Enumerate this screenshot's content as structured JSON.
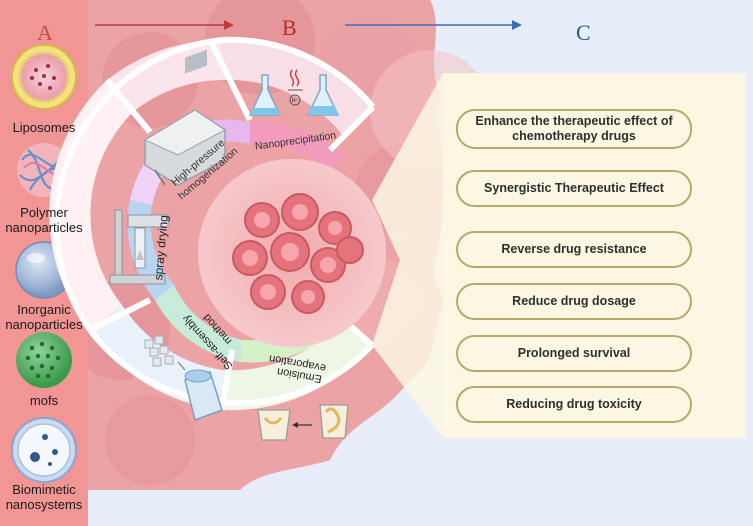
{
  "sections": {
    "a": "A",
    "b": "B",
    "c": "C"
  },
  "nanocarriers": [
    {
      "label": "Liposomes"
    },
    {
      "label": "Polymer nanoparticles"
    },
    {
      "label": "Inorganic nanoparticles"
    },
    {
      "label": "mofs"
    },
    {
      "label": "Biomimetic nanosystems"
    }
  ],
  "methods": {
    "nanoprecipitation": "Nanoprecipitation",
    "high_pressure_line1": "High-pressure",
    "high_pressure_line2": "homogenization",
    "spray_drying": "spray drying",
    "self_assembly_line1": "Self-assembly",
    "self_assembly_line2": "method",
    "emulsion_line1": "Emulsion",
    "emulsion_line2": "evaporation",
    "proton_symbol": "H⁺"
  },
  "effects": [
    "Enhance the therapeutic effect of chemotherapy drugs",
    "Synergistic Therapeutic Effect",
    "Reverse drug resistance",
    "Reduce drug dosage",
    "Prolonged survival",
    "Reducing drug toxicity"
  ],
  "colors": {
    "panel_a": "#ef8d8d",
    "tumor_bg": "#eba3a6",
    "arrow_red": "#c0393b",
    "arrow_blue": "#3b6fb4",
    "letter_a": "#c0504d",
    "letter_b": "#b52a2a",
    "letter_c": "#2e5a8c",
    "pill_border": "#b8a86a",
    "panel_c": "#fbf7e3"
  }
}
